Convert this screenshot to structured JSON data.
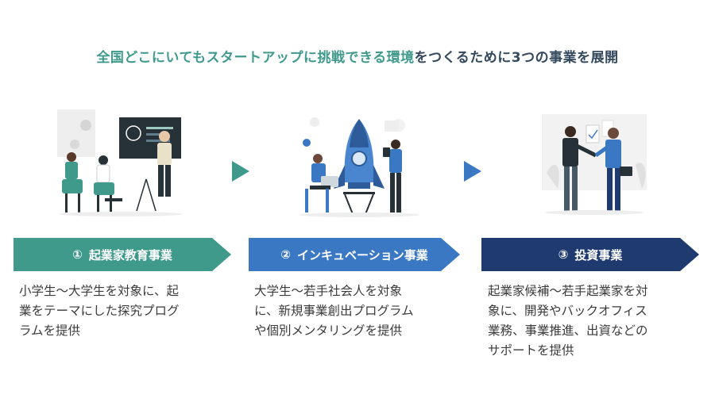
{
  "headline": {
    "highlight": "全国どこにいてもスタートアップに挑戦できる環境",
    "rest": "をつくるために3つの事業を展開"
  },
  "colors": {
    "teal": "#3f9a8c",
    "blue": "#3a78c3",
    "navy": "#1e3a6e"
  },
  "steps": [
    {
      "number": "①",
      "title": "起業家教育事業",
      "description": "小学生〜大学生を対象に、起\n業をテーマにした探究プログ\nラムを提供",
      "illustration": "classroom-presentation-illustration"
    },
    {
      "number": "②",
      "title": "インキュベーション事業",
      "description": "大学生〜若手社会人を対象\nに、新規事業創出プログラム\nや個別メンタリングを提供",
      "illustration": "rocket-launch-illustration"
    },
    {
      "number": "③",
      "title": "投資事業",
      "description": "起業家候補〜若手起業家を対\n象に、開発やバックオフィス\n業務、事業推進、出資などの\nサポートを提供",
      "illustration": "handshake-illustration"
    }
  ]
}
